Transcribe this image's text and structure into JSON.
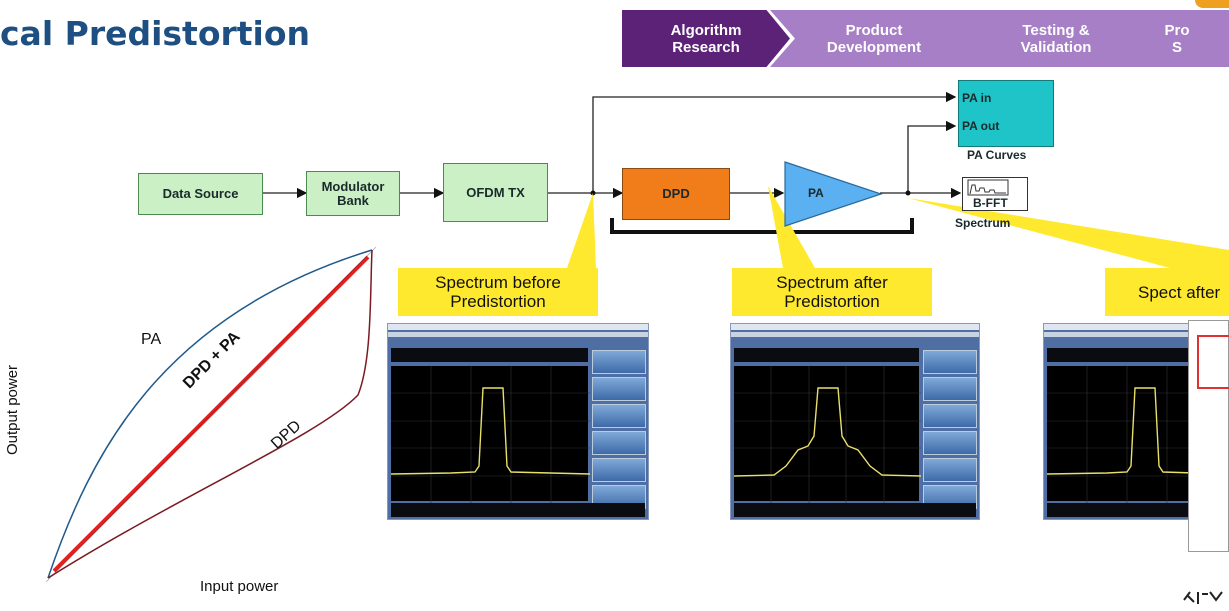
{
  "title": "cal Predistortion",
  "process": [
    "Algorithm Research",
    "Product Development",
    "Testing & Validation",
    "Pro S"
  ],
  "blocks": {
    "data_source": "Data Source",
    "modulator": "Modulator Bank",
    "ofdm": "OFDM TX",
    "dpd": "DPD",
    "pa": "PA",
    "pa_in": "PA in",
    "pa_out": "PA out",
    "pa_curves": "PA Curves",
    "bfft": "B-FFT",
    "spectrum": "Spectrum"
  },
  "callouts": {
    "before": "Spectrum before Predistortion",
    "after": "Spectrum after Predistortion",
    "partial": "Spect after"
  },
  "curve_chart": {
    "ylabel": "Output power",
    "xlabel": "Input power",
    "labels": {
      "pa": "PA",
      "dpd_pa": "DPD + PA",
      "dpd": "DPD"
    }
  },
  "colors": {
    "title": "#1e4f82",
    "stage_active": "#5b2277",
    "stage_inactive": "#a77fc6",
    "block_green": "#ccf0c6",
    "dpd_orange": "#f07d1a",
    "pa_blue": "#5ab0f0",
    "pa_curves_teal": "#1ec4c8",
    "callout_yellow": "#ffe92e",
    "pa_curve": "#1f5a8c",
    "dpd_pa_line": "#e52020",
    "dpd_curve": "#7a1a22",
    "spectrum_trace": "#e8e06a"
  }
}
